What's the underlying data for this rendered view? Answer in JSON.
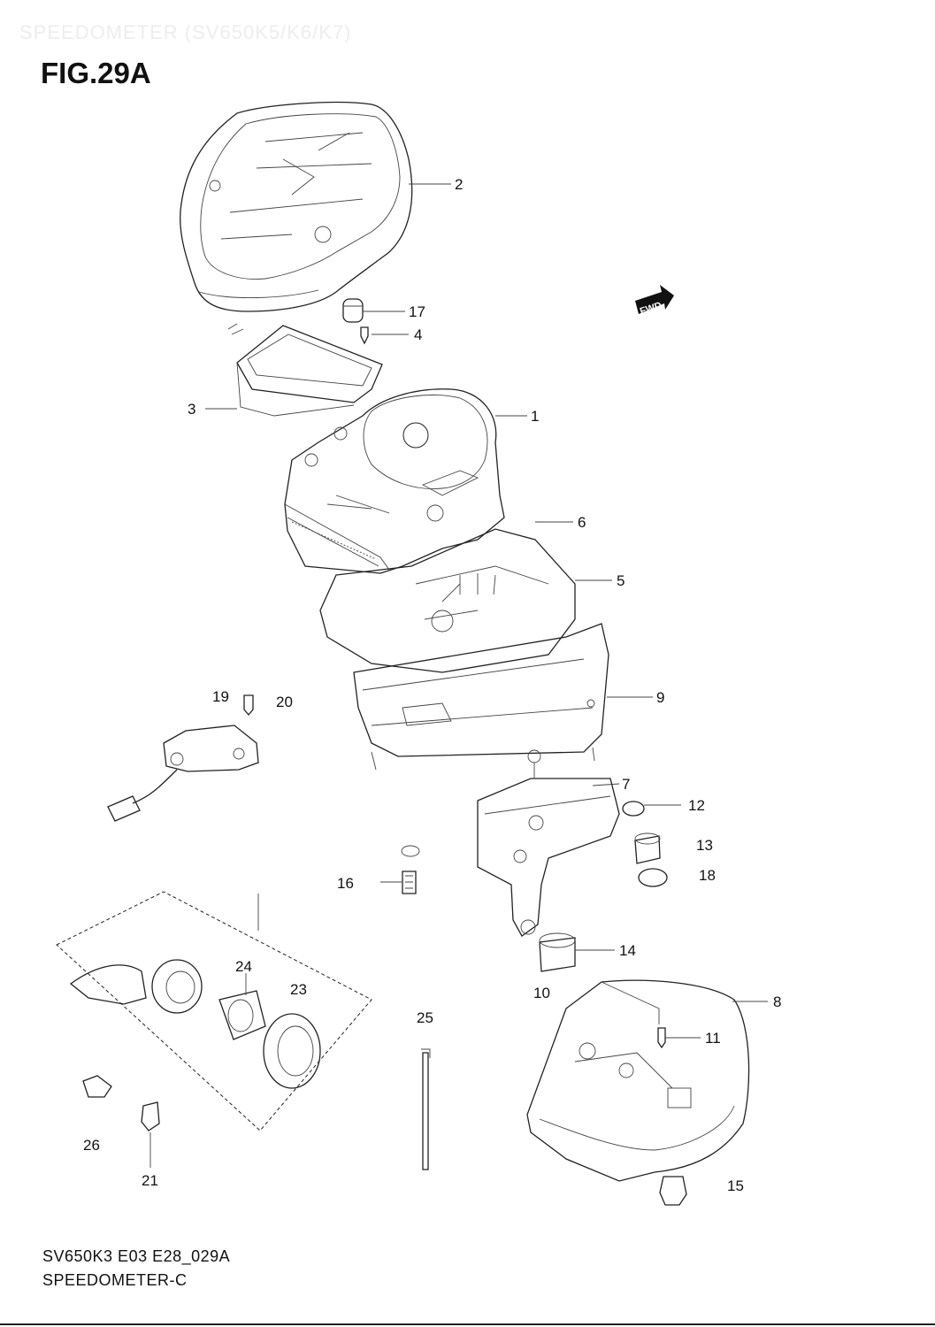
{
  "header": {
    "ghost_title": "SPEEDOMETER (SV650K5/K6/K7)",
    "figure_title": "FIG.29A"
  },
  "direction_marker": {
    "label": "FWD",
    "icon": "forward-arrow-icon"
  },
  "callouts": {
    "1": "1",
    "2": "2",
    "3": "3",
    "4": "4",
    "5": "5",
    "6": "6",
    "7": "7",
    "8": "8",
    "9": "9",
    "10": "10",
    "11": "11",
    "12": "12",
    "13": "13",
    "14": "14",
    "15": "15",
    "16": "16",
    "17": "17",
    "18": "18",
    "19": "19",
    "20": "20",
    "21": "21",
    "23": "23",
    "24": "24",
    "25": "25",
    "26": "26"
  },
  "footer": {
    "code": "SV650K3 E03 E28_029A",
    "caption": "SPEEDOMETER-C"
  }
}
